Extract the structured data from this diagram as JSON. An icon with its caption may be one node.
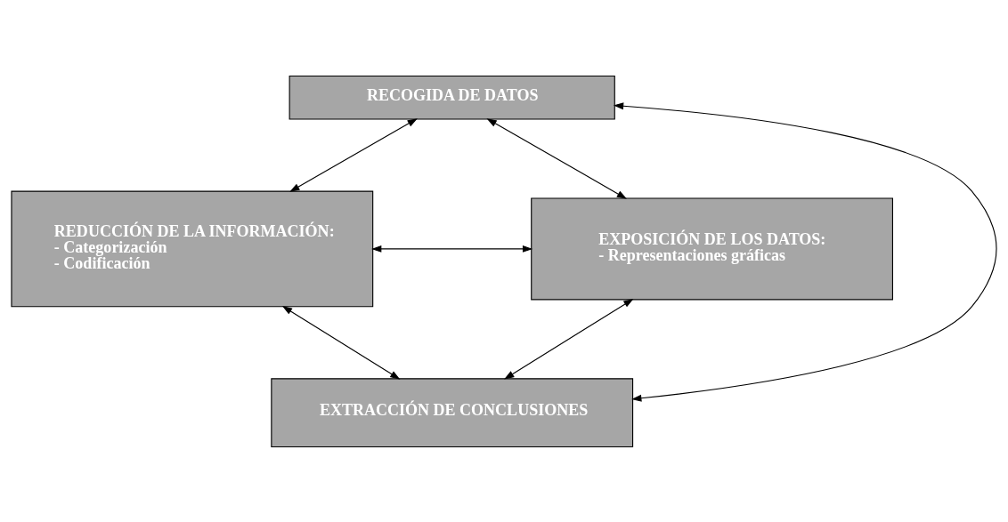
{
  "diagram": {
    "nodes": [
      {
        "text": [
          "RECOGIDA DE DATOS"
        ]
      },
      {
        "text": [
          "REDUCCIÓN DE LA INFORMACIÓN:",
          "- Categorización",
          "- Codificación"
        ]
      },
      {
        "text": [
          "EXPOSICIÓN DE LOS DATOS:",
          "- Representaciones gráficas"
        ]
      },
      {
        "text": [
          "EXTRACCIÓN DE CONCLUSIONES"
        ]
      }
    ],
    "edges": [
      {
        "from": 0,
        "to": 1,
        "arrow": "both"
      },
      {
        "from": 0,
        "to": 2,
        "arrow": "both"
      },
      {
        "from": 1,
        "to": 2,
        "arrow": "both"
      },
      {
        "from": 1,
        "to": 3,
        "arrow": "both"
      },
      {
        "from": 2,
        "to": 3,
        "arrow": "both"
      },
      {
        "from": 3,
        "to": 0,
        "arrow": "both"
      }
    ]
  }
}
